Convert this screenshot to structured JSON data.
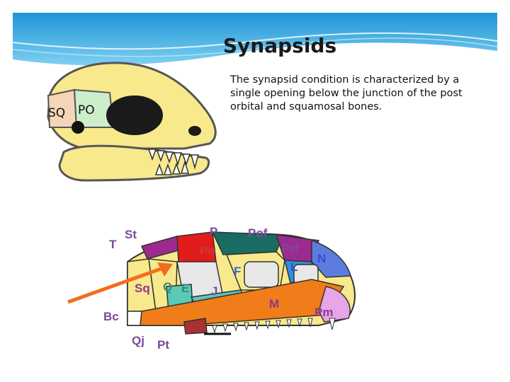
{
  "slide": {
    "title": "Synapsids",
    "description": "The synapsid condition is characterized by a single opening below the junction of the post orbital and squamosal bones."
  },
  "simple_skull": {
    "labels": {
      "sq": "SQ",
      "po": "PO"
    }
  },
  "detailed_skull": {
    "labels": {
      "st": "St",
      "t": "T",
      "p": "P",
      "pof": "Pof",
      "po": "Po",
      "prf": "Prf",
      "n": "N",
      "f": "F",
      "l": "L",
      "sq": "Sq",
      "q": "Q",
      "e": "E",
      "j": "J",
      "m": "M",
      "pm": "Pm",
      "bc": "Bc",
      "qj": "Qj",
      "pt": "Pt"
    }
  },
  "colors": {
    "banner": "#2fa4dc",
    "skull_yellow": "#f7e98c",
    "arrow": "#f26d1f"
  }
}
